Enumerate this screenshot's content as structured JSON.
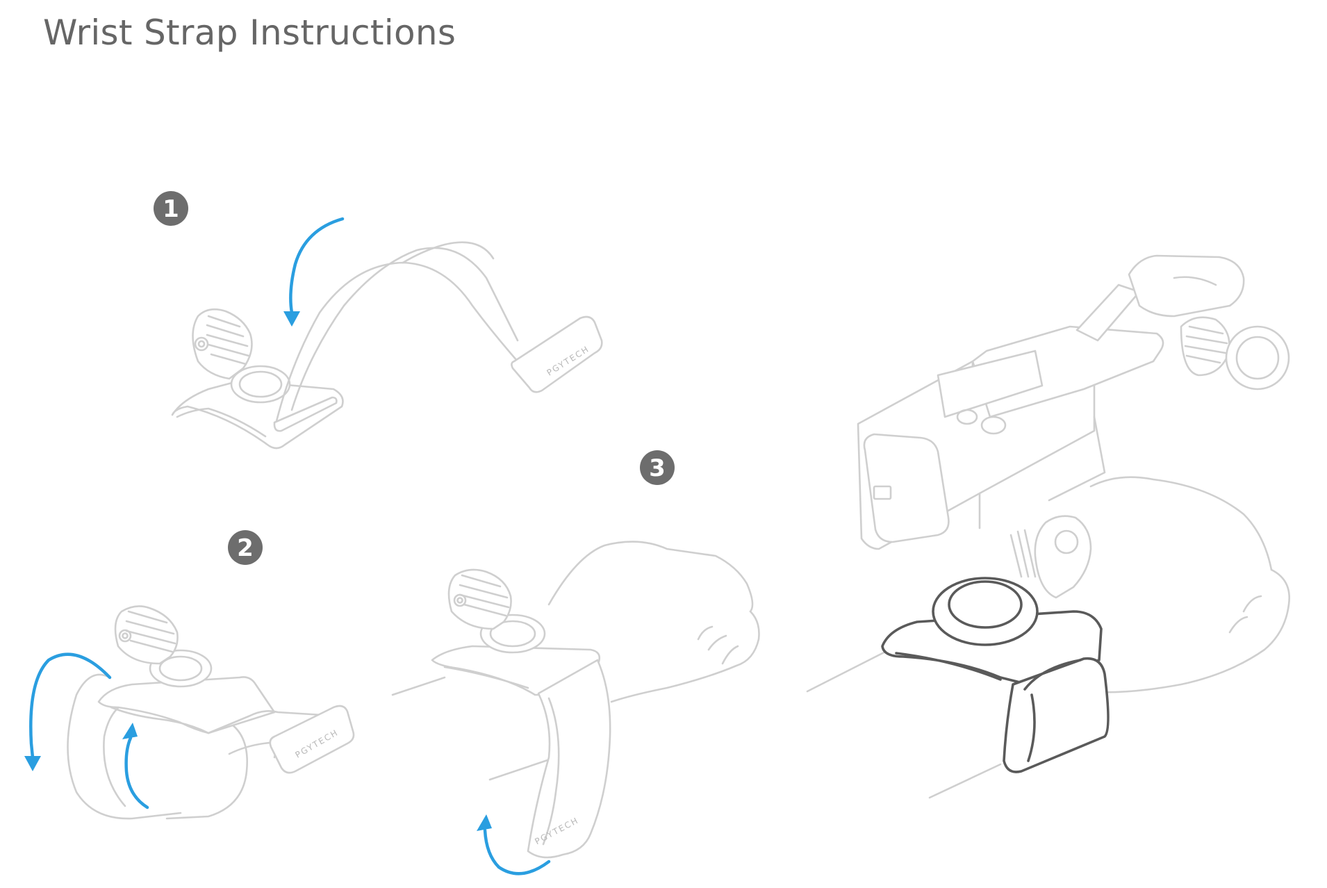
{
  "title": "Wrist Strap Instructions",
  "steps": [
    {
      "number": "1"
    },
    {
      "number": "2"
    },
    {
      "number": "3"
    }
  ],
  "brand_mark": "PGYTECH",
  "colors": {
    "title": "#666666",
    "line_art": "#cfcfcf",
    "line_art_dark": "#5a5a5a",
    "arrow": "#2a9ee0",
    "badge": "#6d6d6d"
  }
}
